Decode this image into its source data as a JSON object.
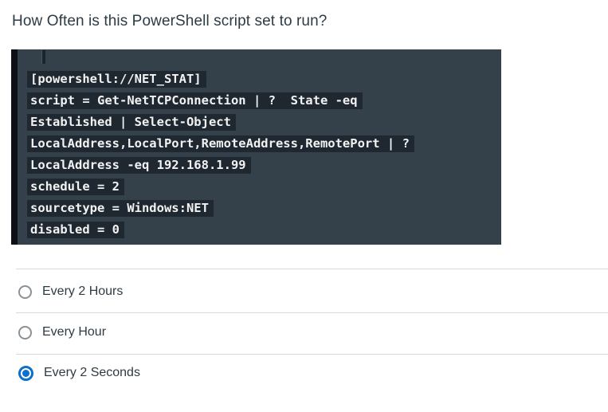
{
  "question": {
    "title": "How Often is this PowerShell script set to run?"
  },
  "code_block": {
    "lines": [
      "[powershell://NET_STAT]",
      "script = Get-NetTCPConnection | ?  State -eq",
      "Established | Select-Object",
      "LocalAddress,LocalPort,RemoteAddress,RemotePort | ?",
      "LocalAddress -eq 192.168.1.99",
      "schedule = 2",
      "sourcetype = Windows:NET",
      "disabled = 0"
    ],
    "colors": {
      "background": "#35414a",
      "line_highlight": "#1f2830",
      "left_stripe": "#0d1116",
      "text": "#f2f2f2"
    }
  },
  "options": [
    {
      "label": "Every 2 Hours",
      "selected": false
    },
    {
      "label": "Every Hour",
      "selected": false
    },
    {
      "label": "Every 2 Seconds",
      "selected": true
    }
  ],
  "colors": {
    "text": "#2d3b45",
    "divider": "#d9d9d9",
    "radio_border": "#8a9299",
    "radio_selected": "#0e6fca"
  }
}
